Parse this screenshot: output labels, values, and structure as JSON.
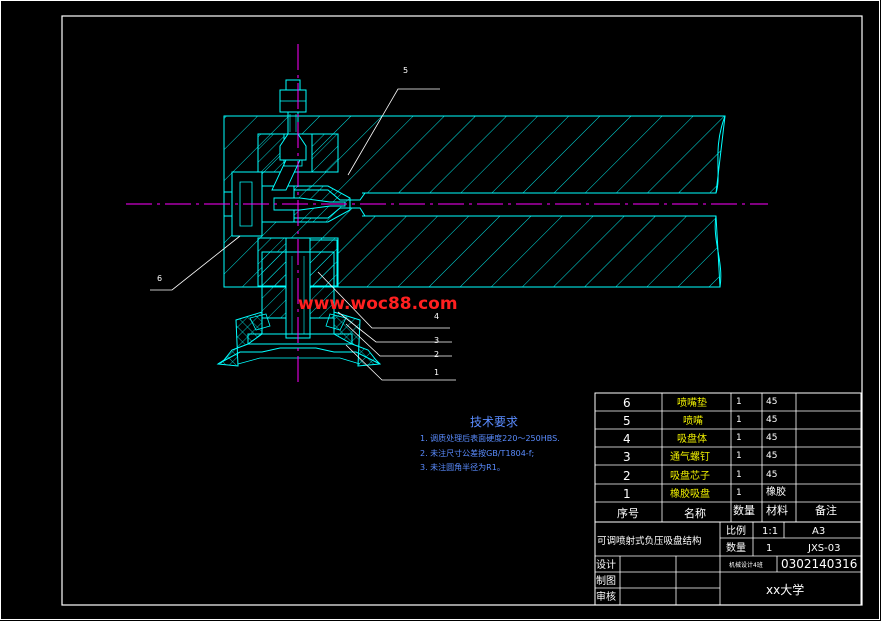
{
  "watermark": "www.woc88.com",
  "balloons": [
    "5",
    "6",
    "4",
    "3",
    "2",
    "1"
  ],
  "tech_requirements": {
    "title": "技术要求",
    "items": [
      "1. 调质处理后表面硬度220～250HBS.",
      "2. 未注尺寸公差按GB/T1804-f;",
      "3. 未注圆角半径为R1。"
    ]
  },
  "parts_list": {
    "headers": {
      "no": "序号",
      "name": "名称",
      "qty": "数量",
      "material": "材料",
      "remark": "备注"
    },
    "rows": [
      {
        "no": "6",
        "name": "喷嘴垫",
        "qty": "1",
        "material": "45"
      },
      {
        "no": "5",
        "name": "喷嘴",
        "qty": "1",
        "material": "45"
      },
      {
        "no": "4",
        "name": "吸盘体",
        "qty": "1",
        "material": "45"
      },
      {
        "no": "3",
        "name": "通气螺钉",
        "qty": "1",
        "material": "45"
      },
      {
        "no": "2",
        "name": "吸盘芯子",
        "qty": "1",
        "material": "45"
      },
      {
        "no": "1",
        "name": "橡胶吸盘",
        "qty": "1",
        "material": "橡胶"
      }
    ]
  },
  "title_block": {
    "drawing_title": "可调喷射式负压吸盘结构",
    "scale_label": "比例",
    "scale_value": "1:1",
    "sheet_size": "A3",
    "qty_label": "数量",
    "qty_value": "1",
    "drawing_no": "JXS-03",
    "design_label": "设计",
    "drafting_label": "制图",
    "review_label": "审核",
    "class_label": "机械设计4班",
    "student_no": "0302140316",
    "school": "xx大学"
  },
  "colors": {
    "outline": "#00ffff",
    "centerline": "#ff00ff",
    "text": "#ffffff",
    "annotation": "#5a8cff",
    "watermark": "#ff2020",
    "leader": "#ffffff"
  }
}
